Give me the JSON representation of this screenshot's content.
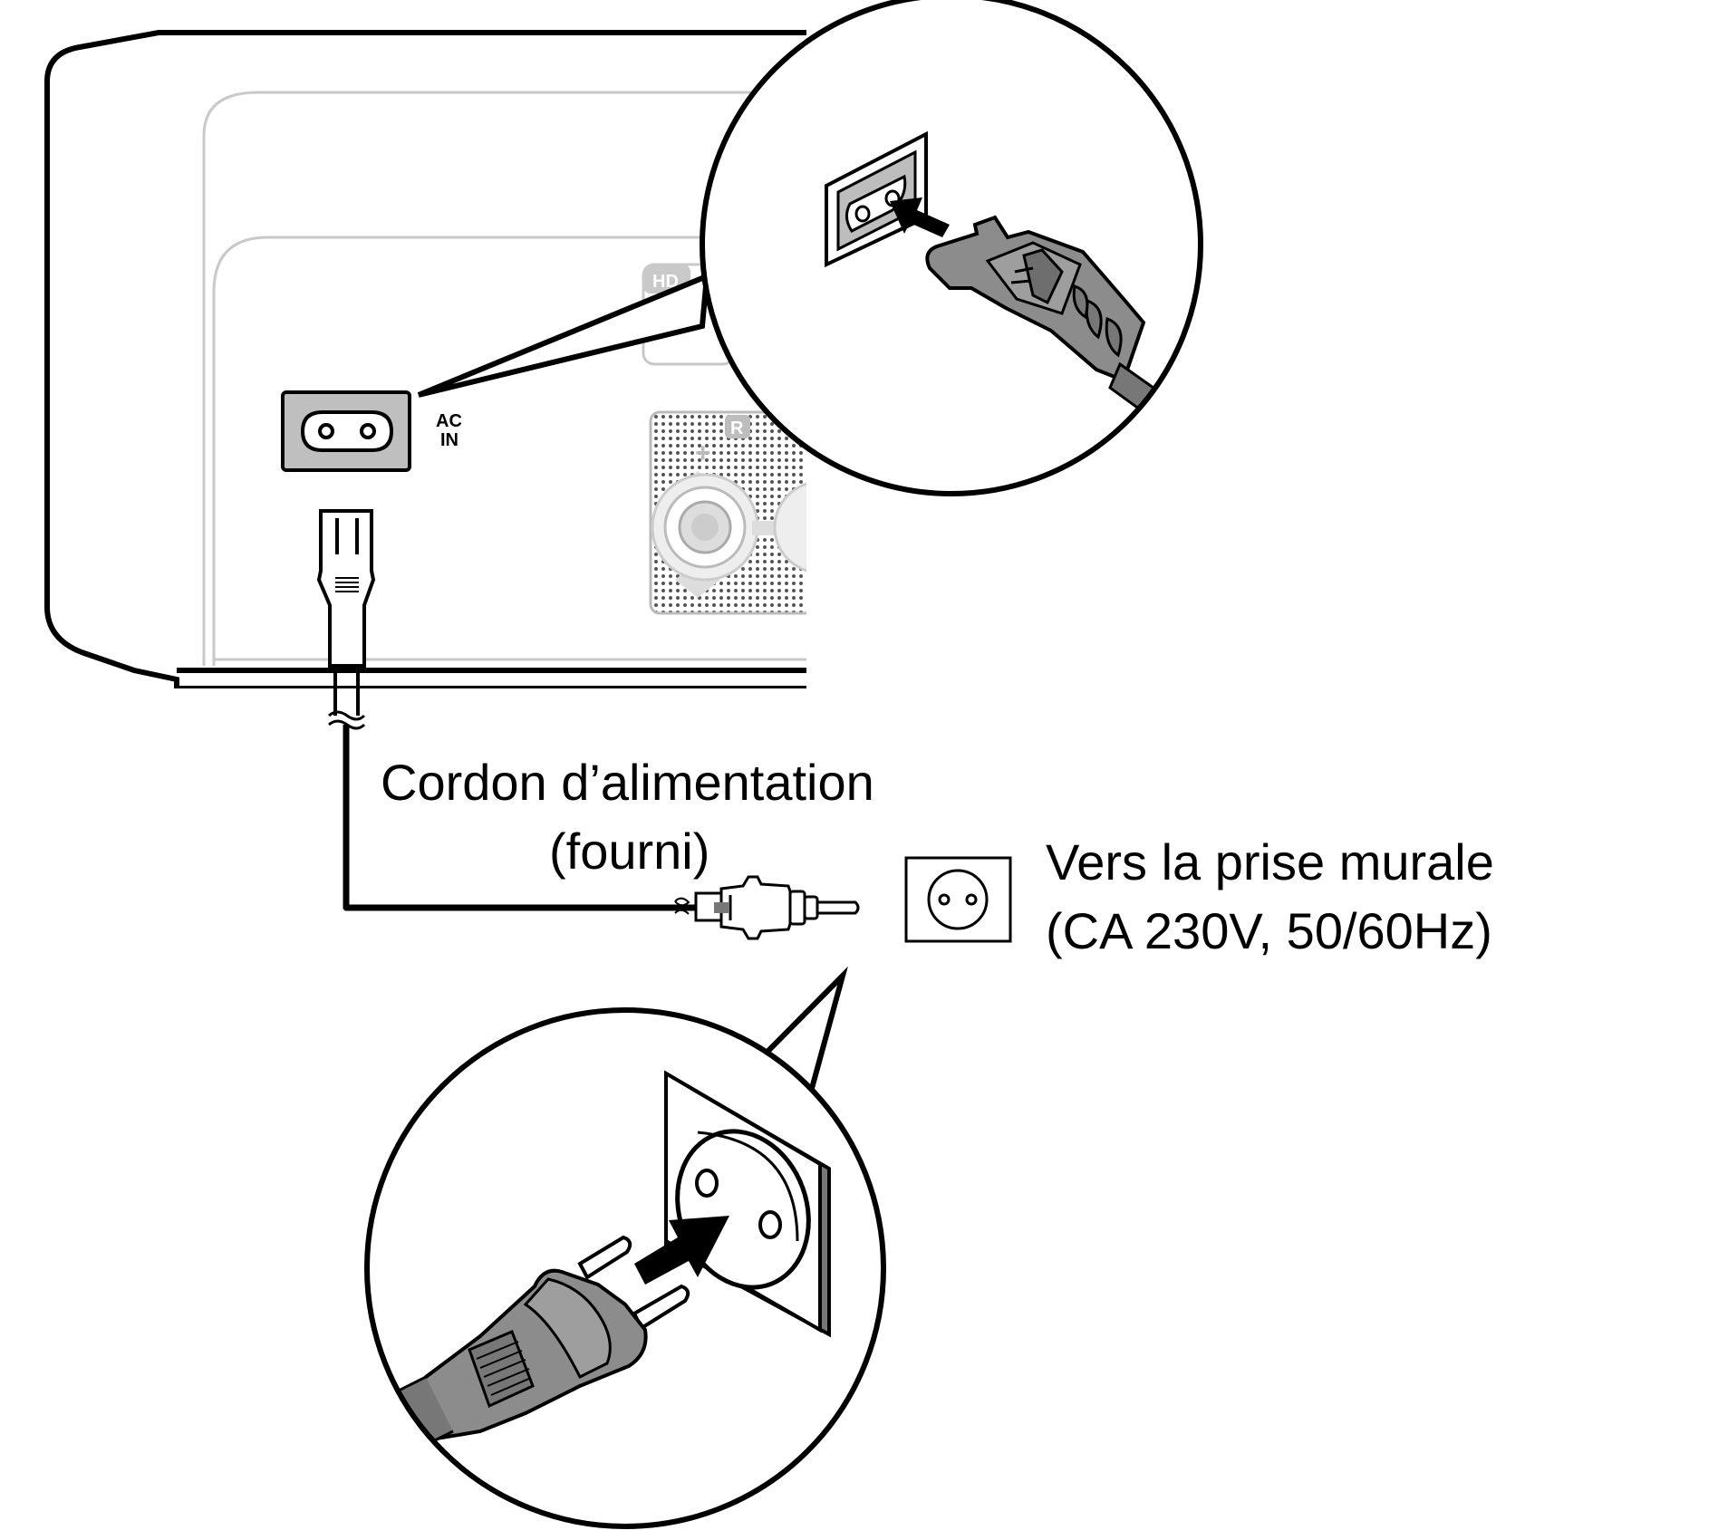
{
  "device_panel": {
    "ac_in_line1": "AC",
    "ac_in_line2": "IN",
    "hdmi_tab": "HD",
    "speaker_tab": "R",
    "speaker_plus": "+"
  },
  "labels": {
    "power_cord_line1": "Cordon d’alimentation",
    "power_cord_line2": "(fourni)",
    "wall_outlet_line1": "Vers la prise murale",
    "wall_outlet_line2": "(CA 230V, 50/60Hz)"
  }
}
